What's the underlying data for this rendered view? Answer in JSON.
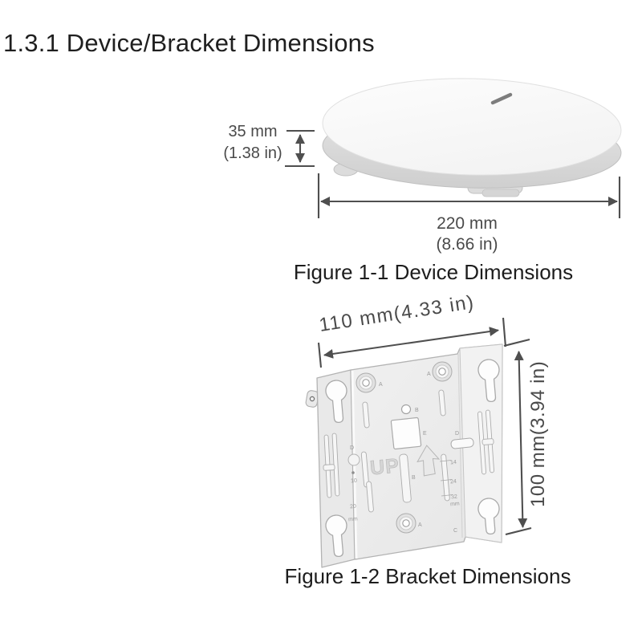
{
  "section": {
    "title": "1.3.1 Device/Bracket Dimensions"
  },
  "figure1": {
    "caption": "Figure 1-1 Device Dimensions",
    "height_mm": "35 mm",
    "height_in": "(1.38 in)",
    "diameter_mm": "220 mm",
    "diameter_in": "(8.66 in)"
  },
  "figure2": {
    "caption": "Figure 1-2 Bracket Dimensions",
    "width_label": "110 mm(4.33 in)",
    "height_label": "100 mm(3.94 in)",
    "marks": {
      "up": "UP",
      "hole_a": "A",
      "hole_b": "B",
      "hole_c": "C",
      "hole_d": "D",
      "hole_e": "E",
      "scale_10": "10",
      "scale_20": "20",
      "scale_14": "14",
      "scale_24": "24",
      "scale_32": "32",
      "unit_mm": "mm"
    }
  },
  "colors": {
    "title_text": "#1f1f1f",
    "caption_text": "#1d1d1d",
    "dimension": "#4f4f4f",
    "device_top": "#fcfcfc",
    "device_side": "#d8d8d8",
    "bracket_plate": "#eeeeee",
    "bracket_line": "#b3b3b3"
  }
}
